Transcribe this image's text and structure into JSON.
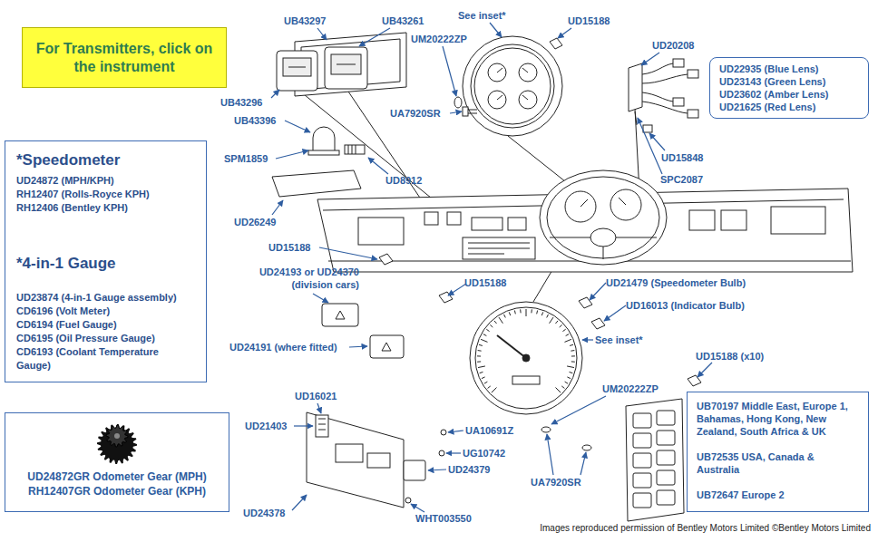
{
  "diagram": {
    "caption": "Images reproduced permission of Bentley Motors Limited ©Bentley Motors Limited",
    "nodes": [
      {
        "text": [
          "For Transmitters, click on the instrument"
        ]
      },
      {
        "text": [
          "UD22935 (Blue Lens)",
          "UD23143 (Green Lens)",
          "UD23602 (Amber Lens)",
          "UD21625 (Red Lens)"
        ]
      },
      {
        "text": [
          "*Speedometer",
          "UD24872 (MPH/KPH)",
          "RH12407 (Rolls-Royce KPH)",
          "RH12406 (Bentley KPH)",
          "*4-in-1 Gauge",
          "UD23874 (4-in-1 Gauge assembly)",
          "CD6196 (Volt Meter)",
          "CD6194 (Fuel Gauge)",
          "CD6195 (Oil Pressure Gauge)",
          "CD6193 (Coolant Temperature Gauge)"
        ]
      },
      {
        "text": [
          "UB70197 Middle East, Europe 1, Bahamas, Hong Kong, New Zealand, South Africa & UK",
          "UB72535 USA, Canada & Australia",
          "UB72647 Europe 2"
        ]
      },
      {
        "text": [
          "UD24872GR Odometer Gear (MPH)",
          "RH12407GR Odometer Gear (KPH)"
        ]
      }
    ],
    "labels": [
      "UB43297",
      "UB43261",
      "See inset*",
      "UD15188",
      "UM20222ZP",
      "UD20208",
      "UB43296",
      "UA7920SR",
      "UB43396",
      "SPM1859",
      "UD15848",
      "UD8912",
      "SPC2087",
      "UD26249",
      "UD15188",
      "UD24193 or UD24370 (division cars)",
      "UD15188",
      "UD21479 (Speedometer Bulb)",
      "UD16013 (Indicator Bulb)",
      "See inset*",
      "UD24191 (where fitted)",
      "UD15188 (x10)",
      "UM20222ZP",
      "UD16021",
      "UD21403",
      "UA10691Z",
      "UG10742",
      "UD24379",
      "UA7920SR",
      "UD24378",
      "WHT003550"
    ]
  }
}
